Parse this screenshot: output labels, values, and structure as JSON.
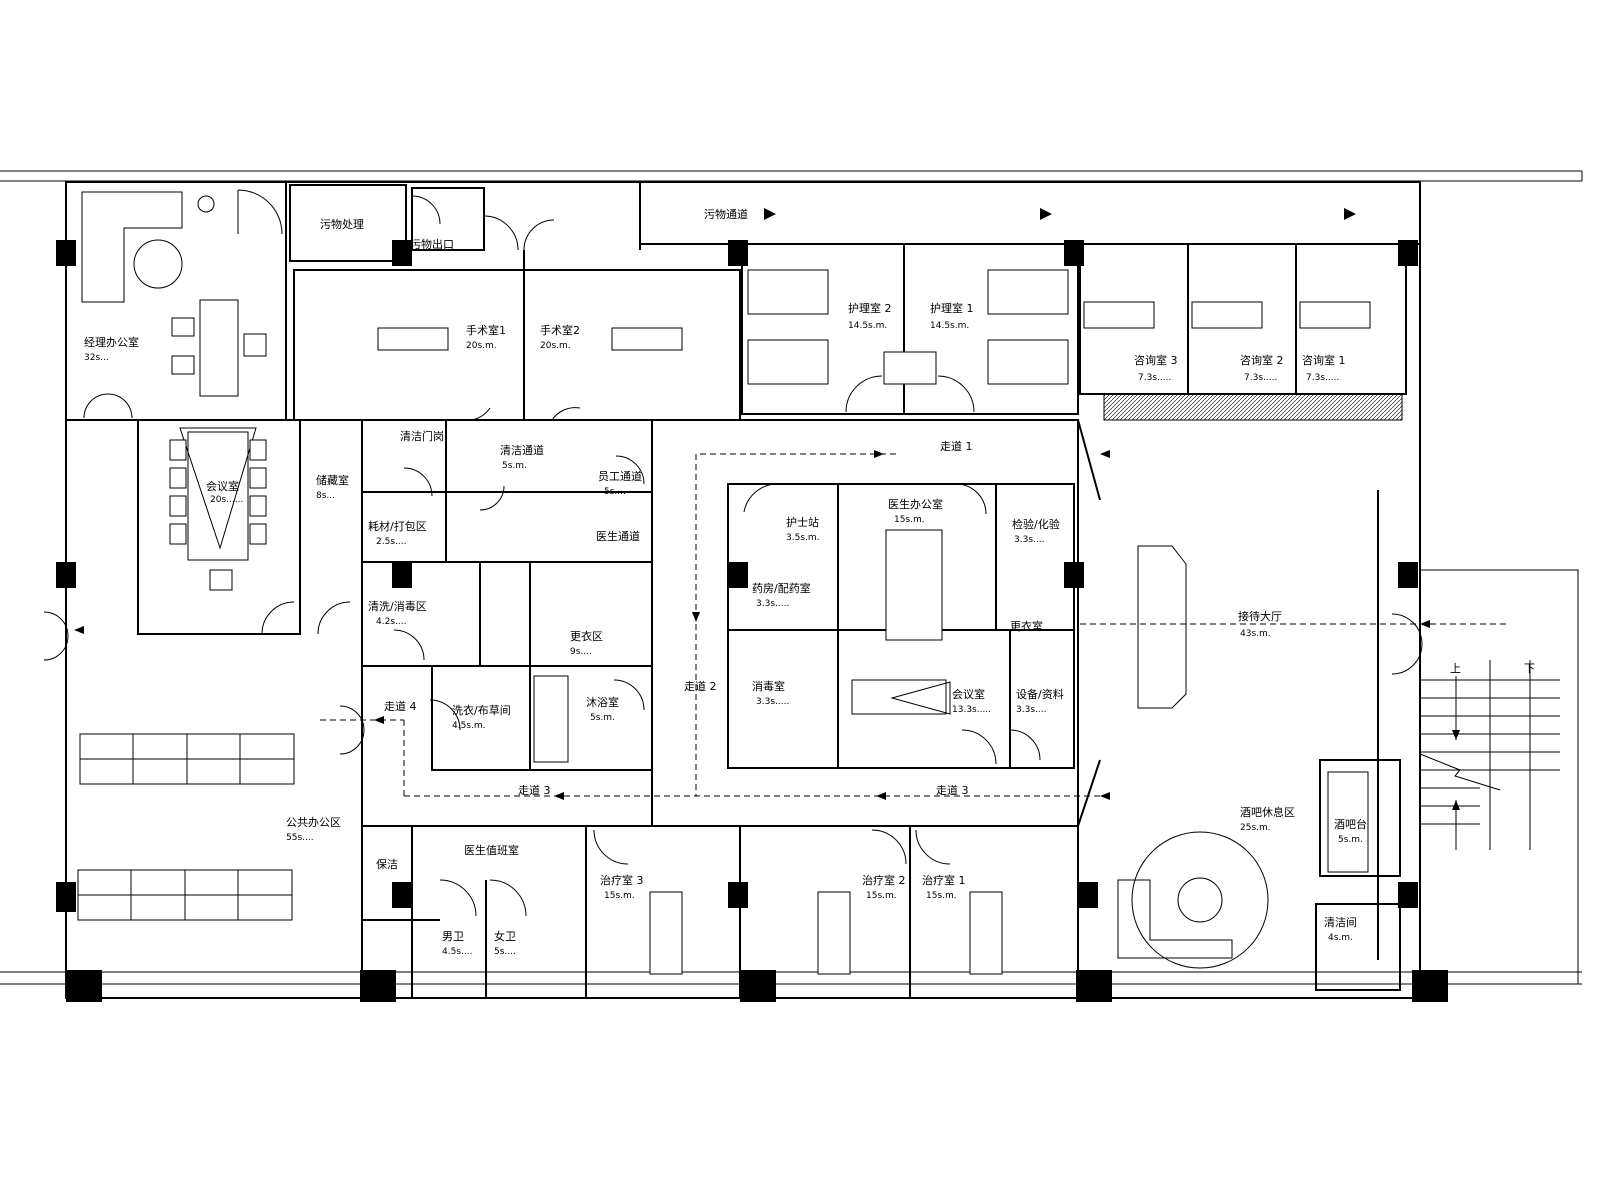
{
  "rooms": [
    {
      "id": "manager-office",
      "name": "经理办公室",
      "area": "32s..."
    },
    {
      "id": "meeting-room-main",
      "name": "会议室",
      "area": "20s......"
    },
    {
      "id": "storage-room",
      "name": "储藏室",
      "area": "8s..."
    },
    {
      "id": "operating-room-1",
      "name": "手术室1",
      "area": "20s.m."
    },
    {
      "id": "operating-room-2",
      "name": "手术室2",
      "area": "20s.m."
    },
    {
      "id": "dirty-storage",
      "name": "污物处理",
      "area": ""
    },
    {
      "id": "dirty-corridor",
      "name": "污物通道",
      "area": ""
    },
    {
      "id": "dirty-exit",
      "name": "污物出口",
      "area": ""
    },
    {
      "id": "ward-2",
      "name": "护理室 2",
      "area": "14.5s.m."
    },
    {
      "id": "ward-1",
      "name": "护理室 1",
      "area": "14.5s.m."
    },
    {
      "id": "consult-3",
      "name": "咨询室 3",
      "area": "7.3s....."
    },
    {
      "id": "consult-2",
      "name": "咨询室 2",
      "area": "7.3s....."
    },
    {
      "id": "consult-1",
      "name": "咨询室 1",
      "area": "7.3s....."
    },
    {
      "id": "clean-corridor",
      "name": "清洁通道",
      "area": "5s.m."
    },
    {
      "id": "clean-gate",
      "name": "清洁门岗",
      "area": ""
    },
    {
      "id": "staff-entry",
      "name": "员工通道",
      "area": "5s...."
    },
    {
      "id": "consumables",
      "name": "耗材/打包区",
      "area": "2.5s...."
    },
    {
      "id": "clean-scrub",
      "name": "清洗/消毒区",
      "area": "4.2s...."
    },
    {
      "id": "locker",
      "name": "更衣区",
      "area": "9s...."
    },
    {
      "id": "doctor-corridor",
      "name": "医生通道",
      "area": ""
    },
    {
      "id": "nurse-station",
      "name": "护士站",
      "area": "3.5s.m."
    },
    {
      "id": "doctor-office",
      "name": "医生办公室",
      "area": "15s.m."
    },
    {
      "id": "lab",
      "name": "检验/化验",
      "area": "3.3s...."
    },
    {
      "id": "pharmacy",
      "name": "药房/配药室",
      "area": "3.3s....."
    },
    {
      "id": "sterilize",
      "name": "消毒室",
      "area": "3.3s....."
    },
    {
      "id": "meeting-room-small",
      "name": "会议室",
      "area": "13.3s....."
    },
    {
      "id": "equipment",
      "name": "设备/资料",
      "area": "3.3s...."
    },
    {
      "id": "changing",
      "name": "更衣室",
      "area": ""
    },
    {
      "id": "laundry",
      "name": "洗衣/布草间",
      "area": "4.5s.m."
    },
    {
      "id": "bath",
      "name": "沐浴室",
      "area": "5s.m."
    },
    {
      "id": "open-office",
      "name": "公共办公区",
      "area": "55s...."
    },
    {
      "id": "lobby",
      "name": "接待大厅",
      "area": "43s.m."
    },
    {
      "id": "bar-lounge",
      "name": "酒吧休息区",
      "area": "25s.m."
    },
    {
      "id": "bar",
      "name": "酒吧台",
      "area": "5s.m."
    },
    {
      "id": "kitchen",
      "name": "清洁间",
      "area": "4s.m."
    },
    {
      "id": "treat-3",
      "name": "治疗室 3",
      "area": "15s.m."
    },
    {
      "id": "treat-2",
      "name": "治疗室 2",
      "area": "15s.m."
    },
    {
      "id": "treat-1",
      "name": "治疗室 1",
      "area": "15s.m."
    },
    {
      "id": "doctor-duty",
      "name": "医生值班室",
      "area": ""
    },
    {
      "id": "duty",
      "name": "保洁",
      "area": ""
    },
    {
      "id": "wc-m",
      "name": "男卫",
      "area": "4.5s...."
    },
    {
      "id": "wc-f",
      "name": "女卫",
      "area": "5s...."
    }
  ],
  "corridors": [
    {
      "id": "corridor-1",
      "name": "走道 1"
    },
    {
      "id": "corridor-2",
      "name": "走道 2"
    },
    {
      "id": "corridor-3a",
      "name": "走道 3"
    },
    {
      "id": "corridor-3b",
      "name": "走道 3"
    },
    {
      "id": "corridor-4",
      "name": "走道 4"
    }
  ],
  "stairs": {
    "up": "上",
    "down": "下"
  },
  "colors": {
    "line": "#000000",
    "background": "#ffffff"
  }
}
